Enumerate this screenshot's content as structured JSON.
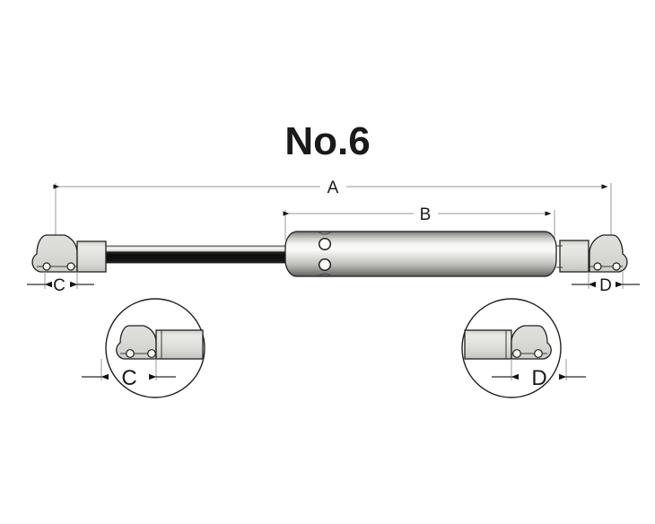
{
  "figure": {
    "title": "No.6",
    "subject": "gas-spring-dimension-drawing",
    "background_color": "#ffffff",
    "outline_color": "#231f20",
    "metal_light_color": "#f2f2f0",
    "metal_mid_color": "#d8d8d4",
    "metal_dark_color": "#8a8a86",
    "rod_black_color": "#111111",
    "dimline_color": "#9a9a9a"
  },
  "dimensions": {
    "overall": {
      "label": "A",
      "description": "overall-extended-length"
    },
    "body": {
      "label": "B",
      "description": "cylinder-body-length"
    },
    "left_end": {
      "label": "C",
      "description": "left-end-fitting-length"
    },
    "right_end": {
      "label": "D",
      "description": "right-end-fitting-length"
    }
  },
  "detail_views": [
    {
      "label": "C",
      "side": "left",
      "description": "magnified-left-end-fitting"
    },
    {
      "label": "D",
      "side": "right",
      "description": "magnified-right-end-fitting"
    }
  ],
  "parts": {
    "left_eye_end": "left-ball-socket-end-fitting",
    "left_block": "left-rectangular-connector-block",
    "piston_rod": "piston-rod",
    "cylinder_body": "pressure-cylinder-body",
    "cylinder_ports": "cylinder-mounting-holes",
    "right_block": "right-rectangular-connector-block",
    "right_eye_end": "right-ball-socket-end-fitting"
  }
}
